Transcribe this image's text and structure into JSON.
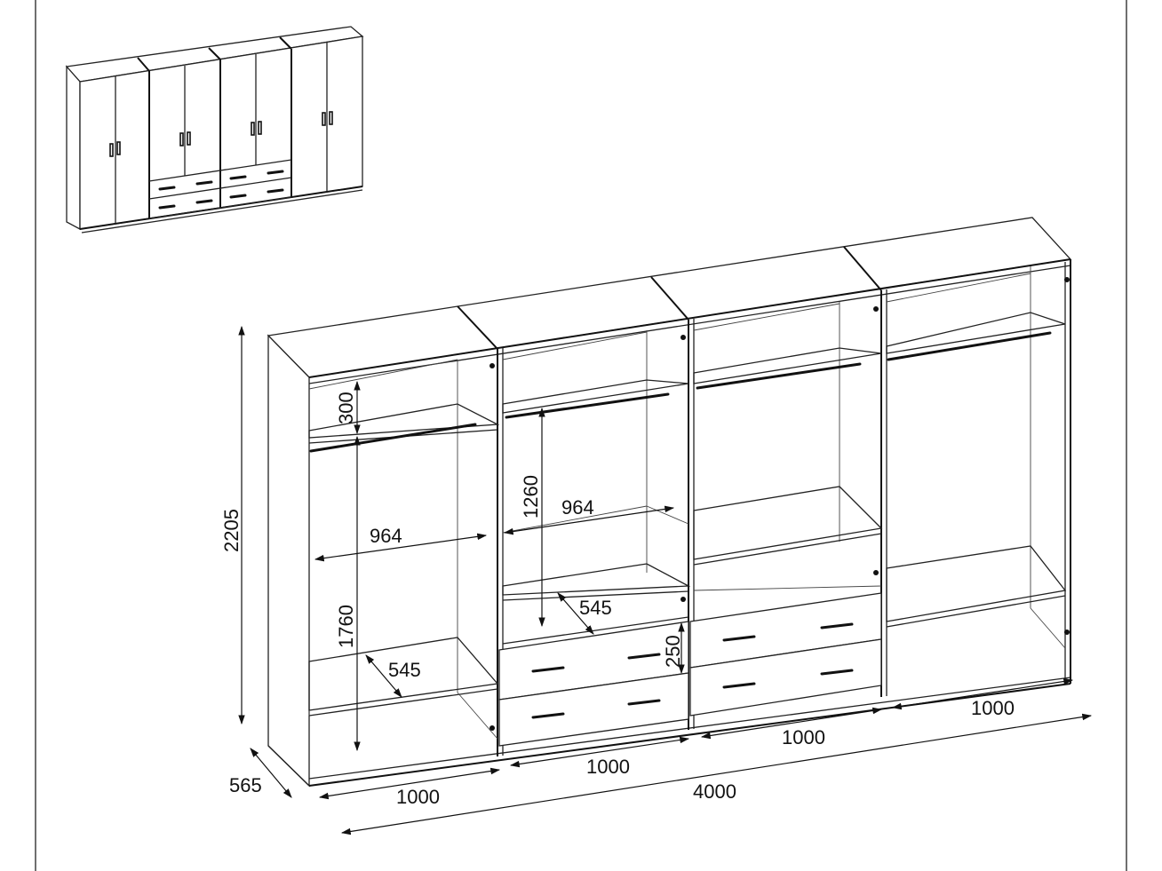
{
  "dimensions": {
    "total_height": "2205",
    "depth": "565",
    "total_width": "4000",
    "module_widths": [
      "1000",
      "1000",
      "1000",
      "1000"
    ],
    "top_shelf_clearance": "300",
    "left_hanging_height": "1760",
    "middle_hanging_height": "1260",
    "inner_width_left": "964",
    "inner_width_middle": "964",
    "shelf_depth_left": "545",
    "shelf_depth_middle": "545",
    "drawer_height": "250"
  }
}
